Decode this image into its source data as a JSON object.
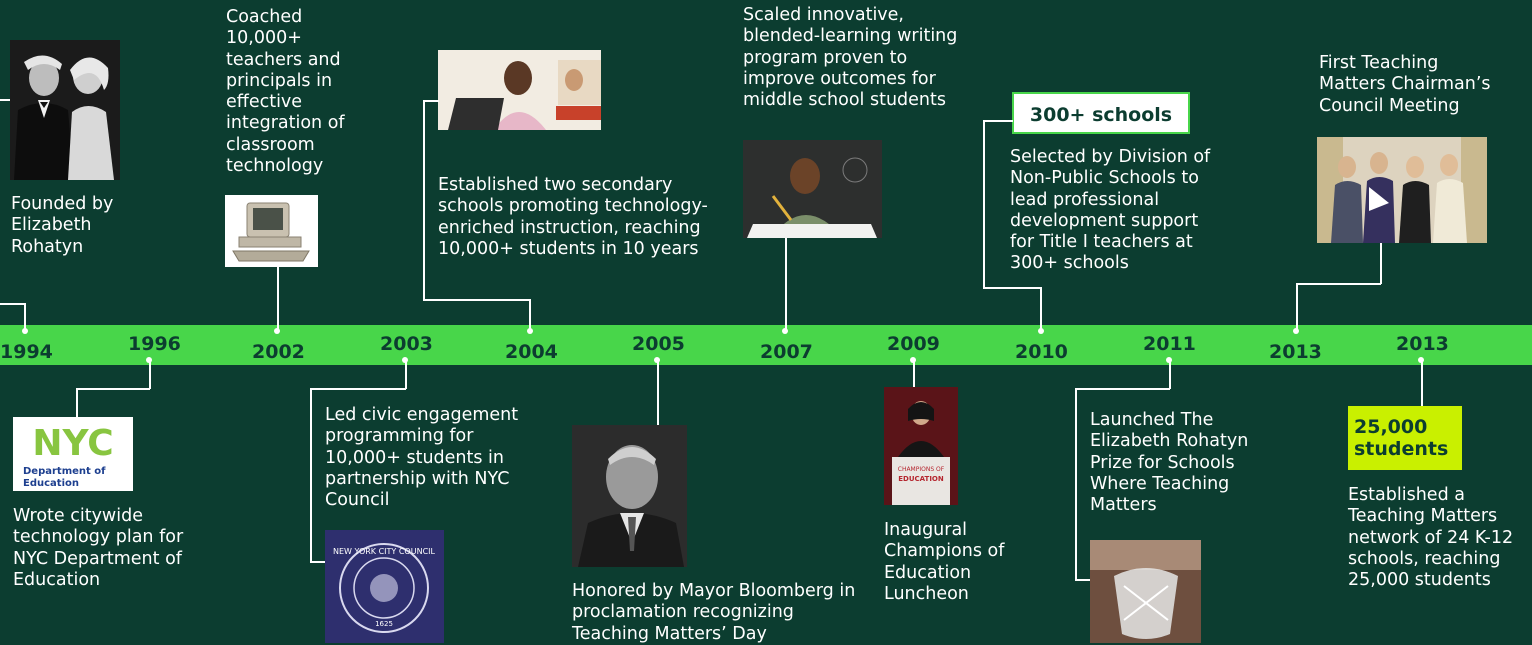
{
  "colors": {
    "background": "#0c3d30",
    "band": "#48d64a",
    "badge_yellow": "#c9f000"
  },
  "years": [
    "1994",
    "1996",
    "2002",
    "2003",
    "2004",
    "2005",
    "2007",
    "2009",
    "2010",
    "2011",
    "2013",
    "2013"
  ],
  "events": {
    "y1994": "Founded by Elizabeth Rohatyn",
    "y1996": "Wrote citywide technology plan for NYC Department of Education",
    "y2002": "Coached 10,000+ teachers and principals in effective integration of classroom technology",
    "y2003": "Led civic engagement programming for 10,000+ students in partnership with NYC Council",
    "y2004": "Established two secondary schools promoting technology-enriched instruction, reaching 10,000+ students in 10 years",
    "y2005": "Honored by Mayor Bloomberg in proclamation recognizing Teaching Matters’ Day",
    "y2007": "Scaled innovative, blended-learning writing program proven to improve outcomes for middle school students",
    "y2009": "Inaugural Champions of Education Luncheon",
    "y2010": "Selected by Division of Non-Public Schools to lead professional development support for Title I teachers at 300+ schools",
    "y2011": "Launched The Elizabeth Rohatyn Prize for Schools Where Teaching Matters",
    "y2013a": "First Teaching Matters Chairman’s Council Meeting",
    "y2013b": "Established a Teaching Matters network of 24 K-12 schools, reaching 25,000 students"
  },
  "badges": {
    "schools": "300+ schools",
    "students_line1": "25,000",
    "students_line2": "students"
  },
  "logos": {
    "nyc_doe_mark": "NYC",
    "nyc_doe_text_1": "Department of",
    "nyc_doe_text_2": "Education",
    "council_seal_text": "NEW YORK CITY COUNCIL",
    "council_seal_year": "1625",
    "podium_sign_1": "CHAMPIONS OF",
    "podium_sign_2": "EDUCATION"
  }
}
